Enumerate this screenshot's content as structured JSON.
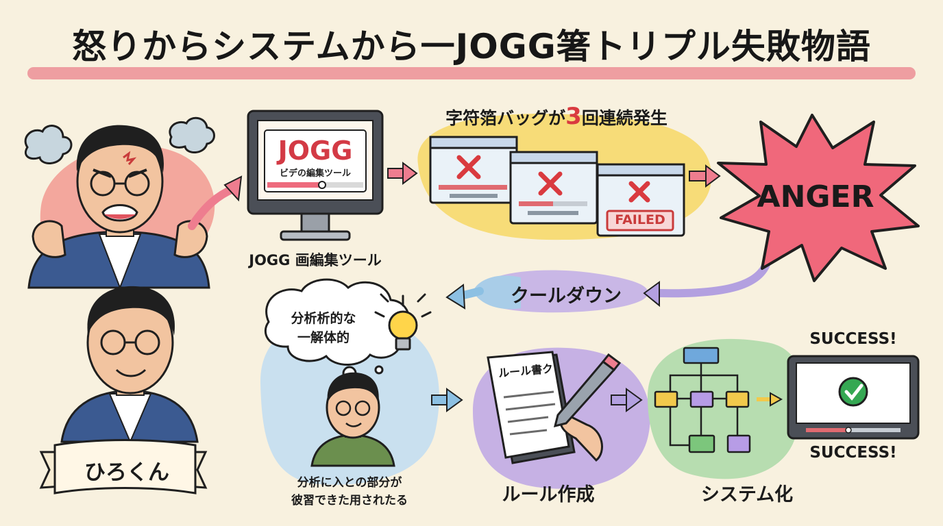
{
  "title": "怒りからシステムから一JOGG箸トリプル失敗物語",
  "step1": {
    "monitor_title": "JOGG",
    "monitor_subtitle": "ビデの編集ツール",
    "caption": "JOGG 画編集ツール"
  },
  "step2": {
    "heading_prefix": "字符箔バッグが",
    "heading_number": "3",
    "heading_suffix": "回連続発生",
    "failed_label": "FAILED"
  },
  "step3": {
    "burst_label": "ANGER"
  },
  "cooldown": {
    "label": "クールダウン"
  },
  "think": {
    "bubble_line1": "分析析的な",
    "bubble_line2": "一解体的",
    "caption_line1": "分析に入との部分が",
    "caption_line2": "彼習できた用されたる"
  },
  "rules": {
    "book_label": "ルール書ク",
    "caption": "ルール作成"
  },
  "system": {
    "success_top": "SUCCESS!",
    "success_bottom": "SUCCESS!",
    "caption": "システム化"
  },
  "person": {
    "name": "ひろくん"
  },
  "colors": {
    "background": "#f8f1df",
    "title_underline": "#ec8f97",
    "arrow_pink": "#ee7d8f",
    "anger_burst": "#f0687b",
    "error_band": "#f7dc78",
    "cooldown_band": "#c9b7e6",
    "think_blob": "#c9e0ef",
    "rule_blob": "#c6b1e4",
    "system_blob": "#b7ddb0",
    "error_red": "#d93a3f",
    "success_green": "#35a853"
  }
}
